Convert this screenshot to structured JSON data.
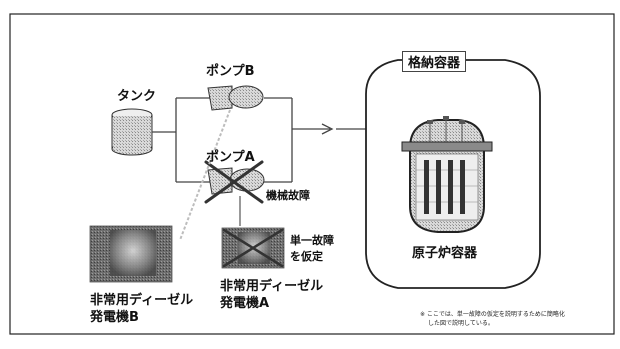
{
  "labels": {
    "tank": "タンク",
    "pump_b": "ポンプB",
    "pump_a": "ポンプA",
    "pump_a_failure": "機械故障",
    "containment_vessel": "格納容器",
    "reactor_vessel": "原子炉容器",
    "single_failure": [
      "単一故障",
      "を仮定"
    ],
    "diesel_b": [
      "非常用ディーゼル",
      "発電機B"
    ],
    "diesel_a": [
      "非常用ディーゼル",
      "発電機A"
    ]
  },
  "footnote": [
    "※ ここでは、単一故障の仮定を説明するために簡略化",
    "した図で説明している。"
  ],
  "icons": {
    "pump_a_status": "x-mark-icon",
    "diesel_a_status": "x-mark-icon"
  }
}
